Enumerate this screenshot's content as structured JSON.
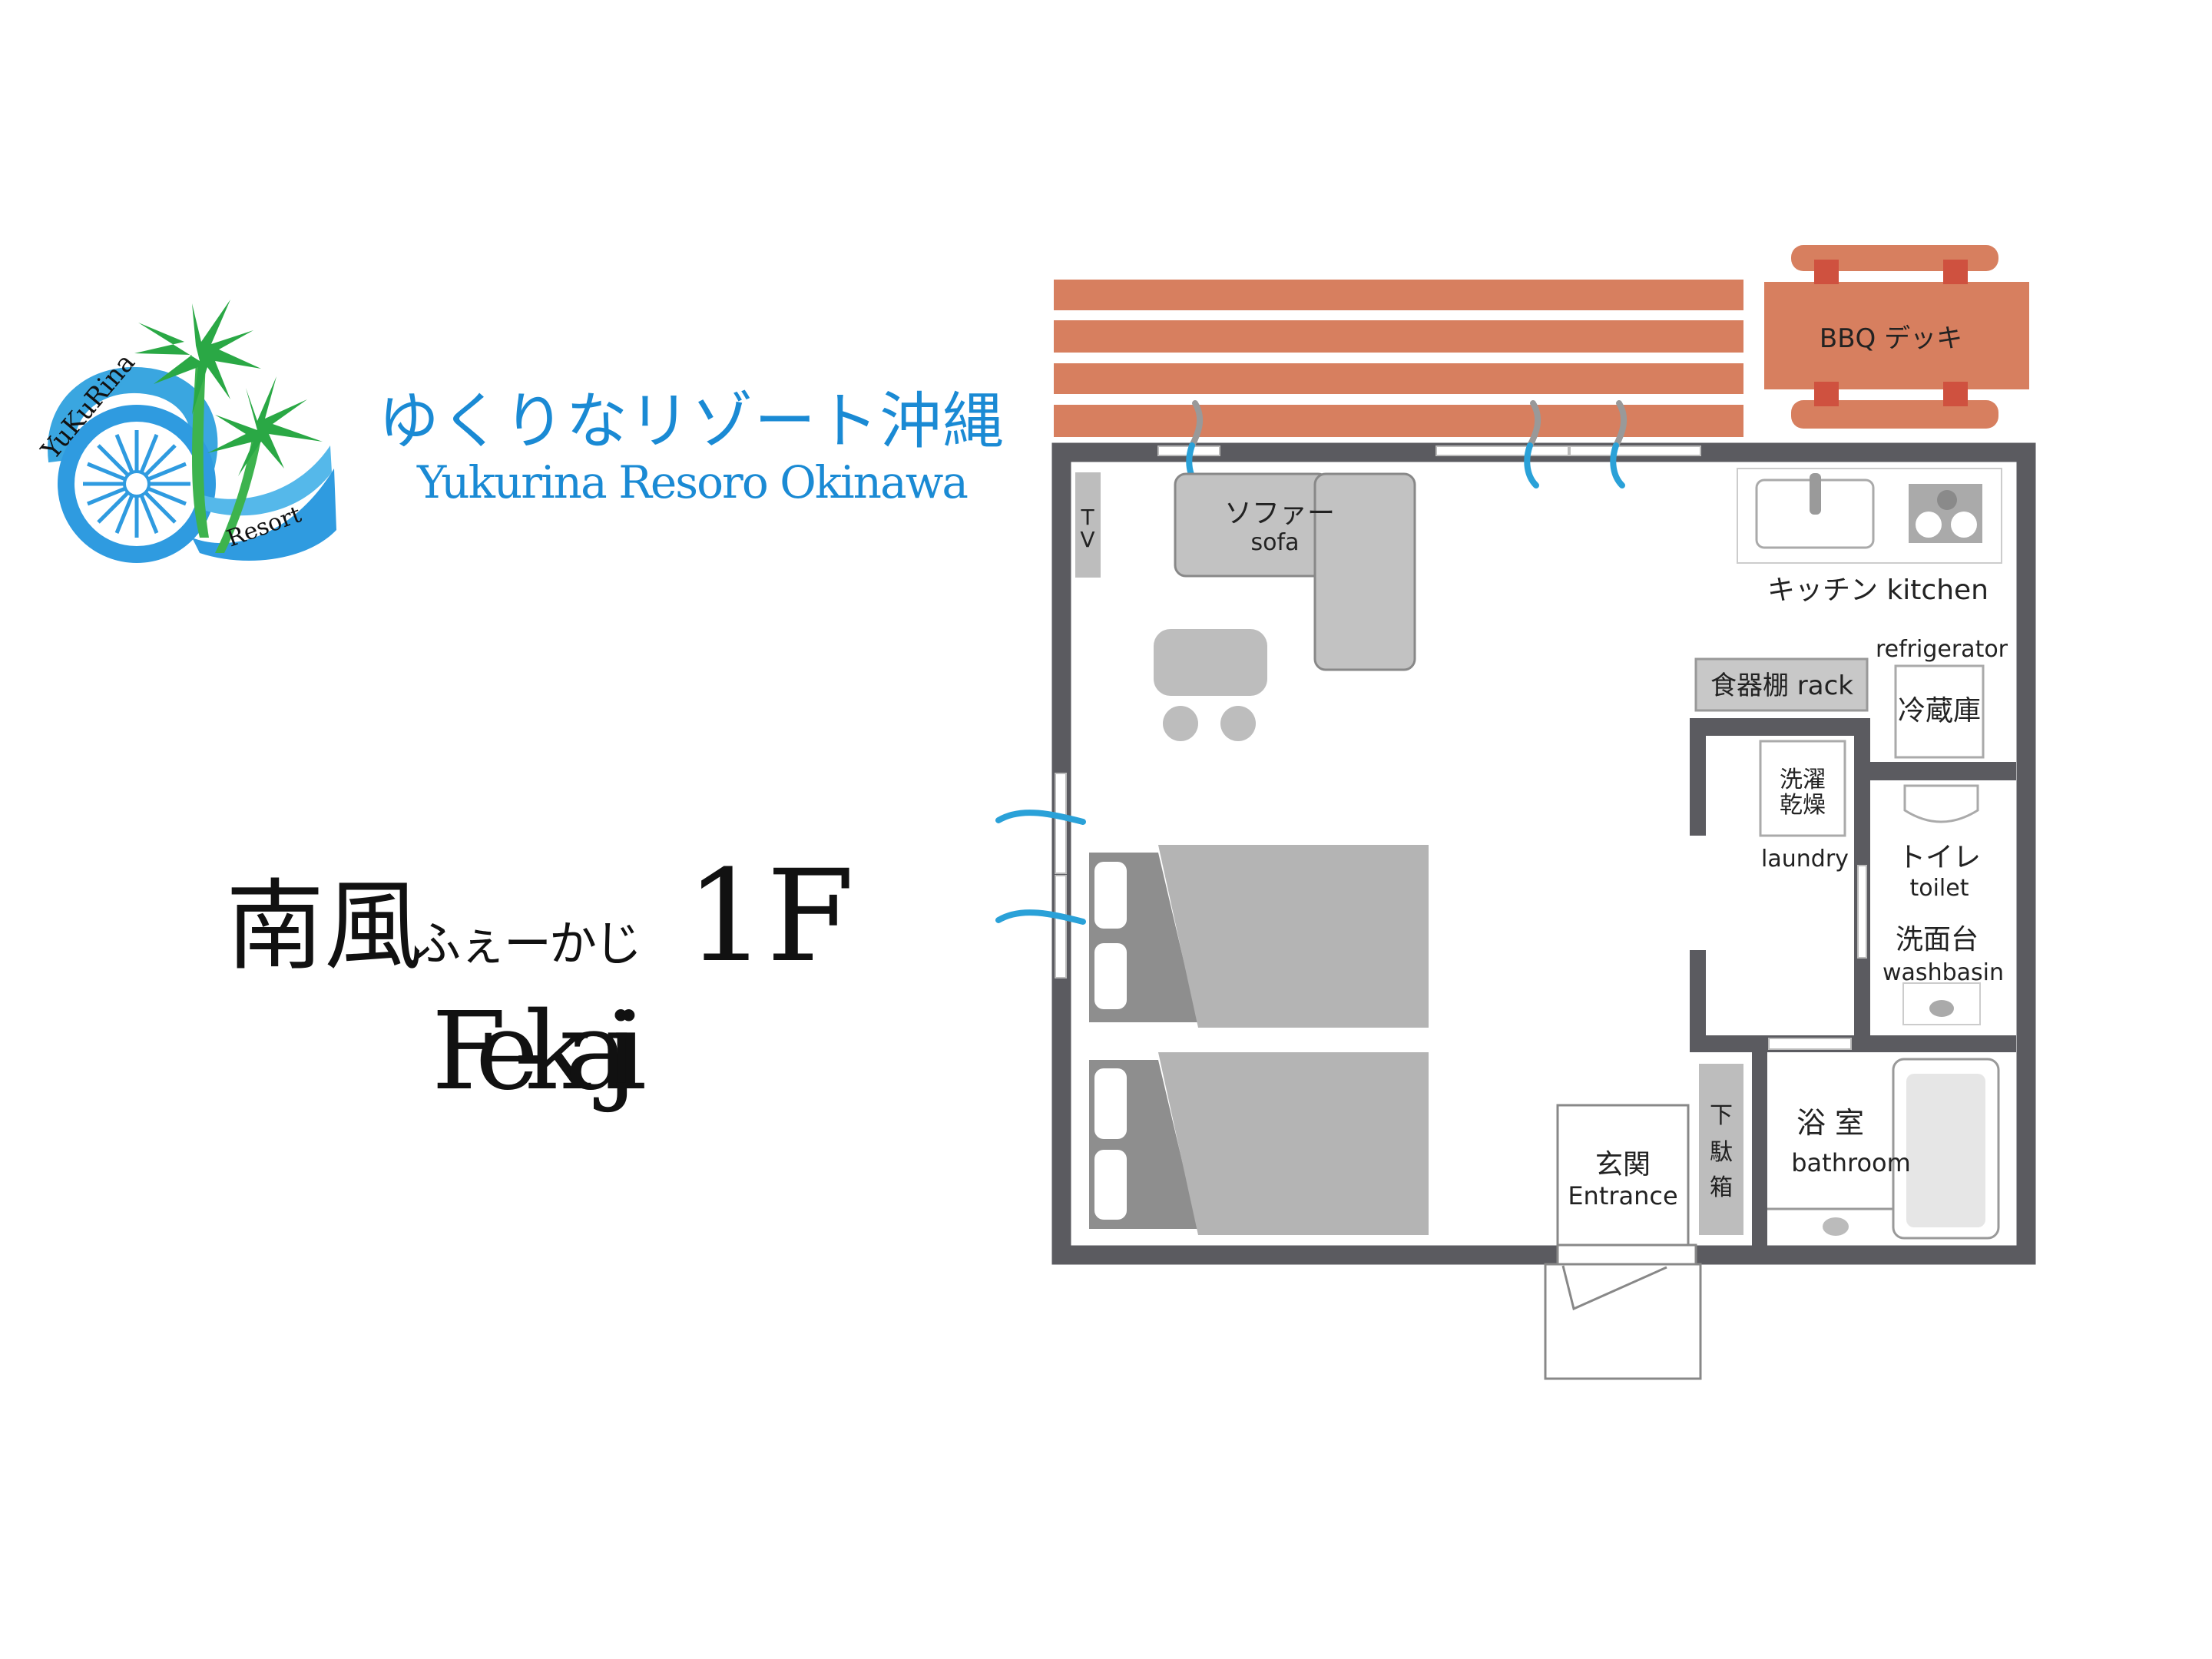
{
  "logo": {
    "emblem_top_text": "YuKuRina",
    "emblem_bottom_text": "Resort",
    "name_jp": "ゆくりなリゾート沖縄",
    "name_en": "Yukurina Resoro Okinawa",
    "brand_color": "#1a8ad4",
    "palm_color": "#2aa845"
  },
  "room": {
    "name_kanji": "南風",
    "name_kana": "ふぇーかじ",
    "floor": "1F",
    "name_romaji": "Fe-kaji"
  },
  "plan": {
    "bbq": "BBQ デッキ",
    "tv": [
      "T",
      "V"
    ],
    "sofa_jp": "ソファー",
    "sofa_en": "sofa",
    "kitchen": "キッチン kitchen",
    "refrigerator_en": "refrigerator",
    "refrigerator_jp": "冷蔵庫",
    "rack": "食器棚 rack",
    "laundry_jp": [
      "洗濯",
      "乾燥"
    ],
    "laundry_en": "laundry",
    "toilet_jp": "トイレ",
    "toilet_en": "toilet",
    "washbasin_jp": "洗面台",
    "washbasin_en": "washbasin",
    "shoe_rack": [
      "下",
      "駄",
      "箱"
    ],
    "entrance_jp": "玄関",
    "entrance_en": "Entrance",
    "bathroom_jp": "浴 室",
    "bathroom_en": "bathroom",
    "colors": {
      "deck": "#d77f5f",
      "deck_leg": "#cf513f",
      "wall": "#5b5b60",
      "furniture": "#bdbdbd",
      "bed_dark": "#8e8e8e",
      "bed_light": "#b4b4b4",
      "wind": "#2aa1d8"
    }
  }
}
